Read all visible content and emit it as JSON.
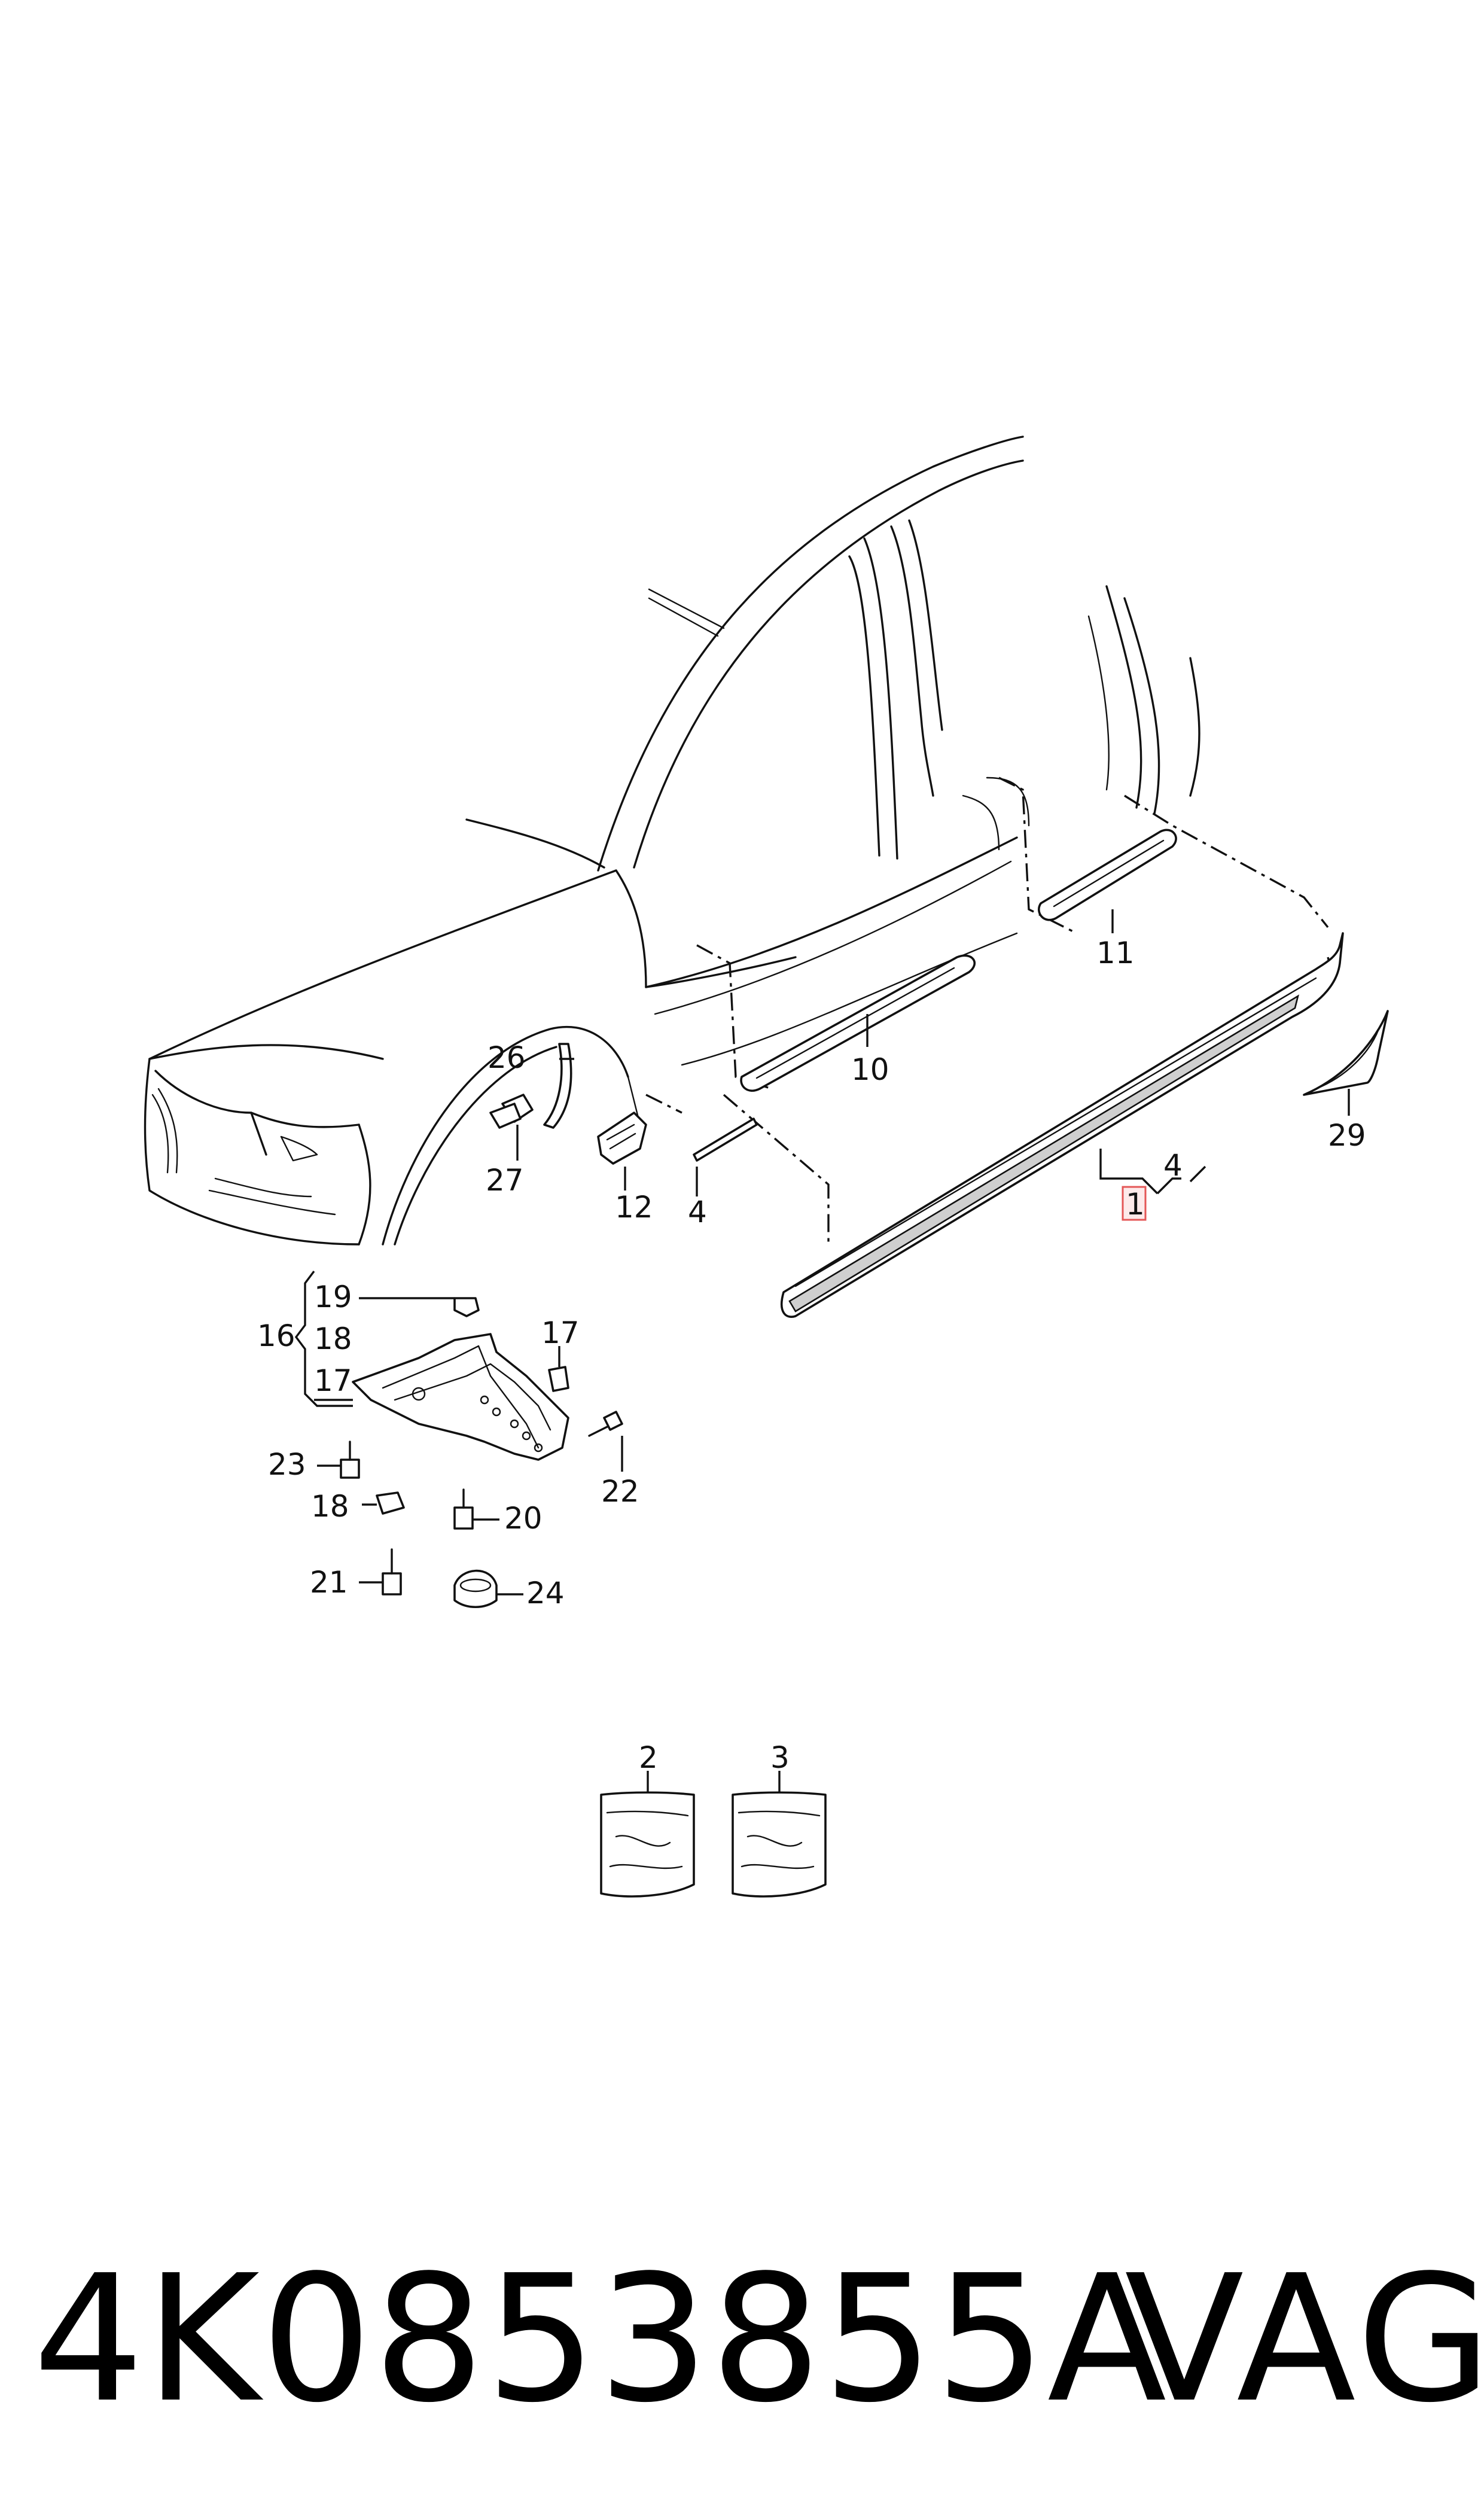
{
  "labels": {
    "p1": "1",
    "p2": "2",
    "p3": "3",
    "p4a": "4",
    "p4b": "4",
    "p10": "10",
    "p11": "11",
    "p12": "12",
    "p16": "16",
    "p17a": "17",
    "p17b": "17",
    "p18a": "18",
    "p18b": "18",
    "p19": "19",
    "p20": "20",
    "p21": "21",
    "p22": "22",
    "p23": "23",
    "p24": "24",
    "p26": "26",
    "p27": "27",
    "p29": "29"
  },
  "footer": {
    "part_number": "4K0853855A",
    "brand": "VAG"
  },
  "colors": {
    "line": "#111111",
    "highlight_border": "#e45757",
    "highlight_fill": "#fdeaea"
  }
}
